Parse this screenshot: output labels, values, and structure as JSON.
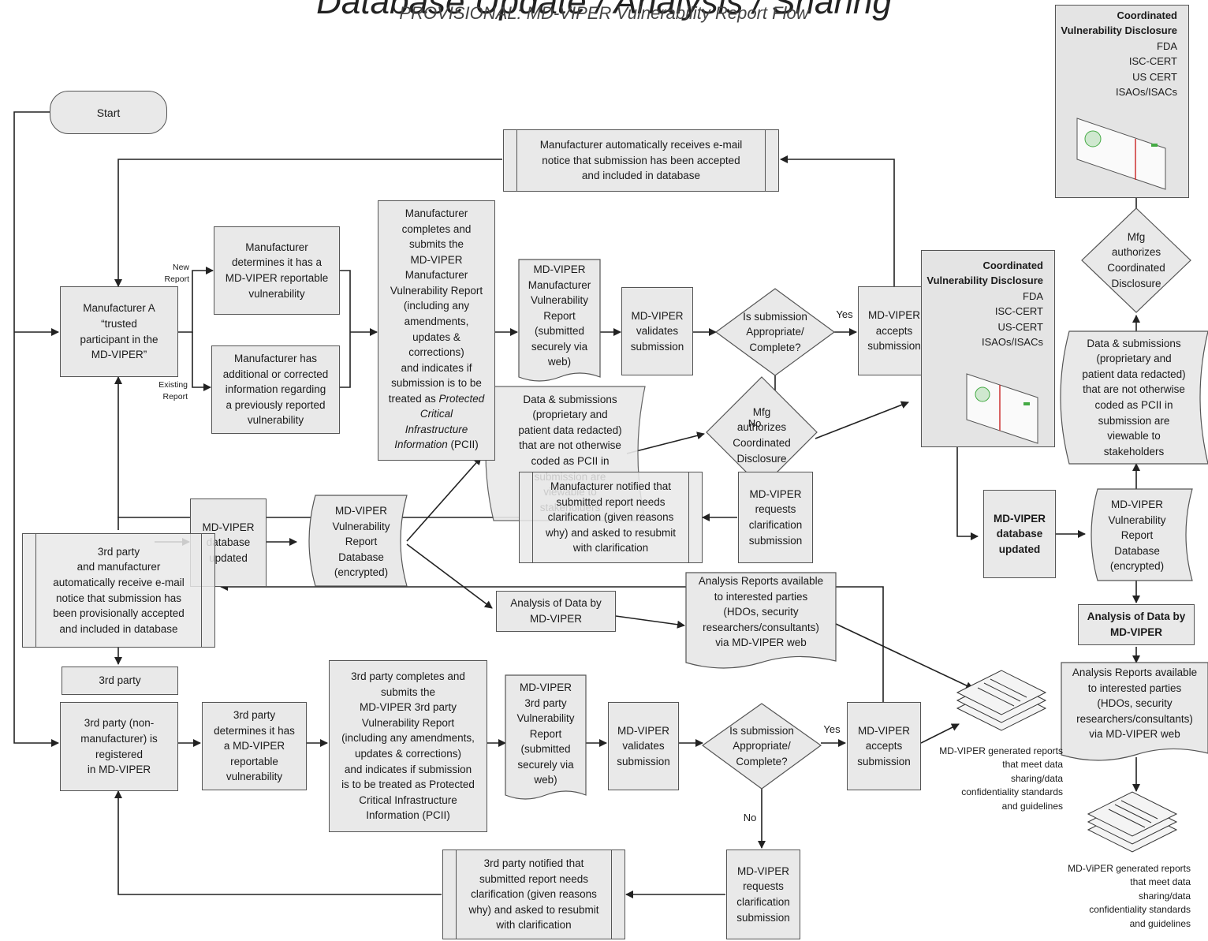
{
  "title": "Database Update / Analysis / Sharing",
  "subtitle": "PROVISIONAL: MD-VIPER Vulnerability Report Flow",
  "start_label": "Start",
  "manufacturer_a": "Manufacturer A\n“trusted\nparticipant in the\nMD-VIPER”",
  "new_report_label": "New\nReport",
  "existing_report_label": "Existing\nReport",
  "mfr_determines": "Manufacturer\ndetermines it has a\nMD-VIPER reportable\nvulnerability",
  "mfr_additional": "Manufacturer has\nadditional or corrected\ninformation regarding\na previously reported\nvulnerability",
  "mfr_completes_1": "Manufacturer\ncompletes and\nsubmits the\nMD-VIPER\nManufacturer\nVulnerability Report\n(including any\namendments,\nupdates &\ncorrections)\nand indicates if\nsubmission is to be\ntreated as ",
  "mfr_completes_italic": "Protected\nCritical\nInfrastructure\nInformation",
  "mfr_completes_2": " (PCII)",
  "mfr_report_doc": "MD-VIPER\nManufacturer\nVulnerability\nReport\n(submitted\nsecurely via\nweb)",
  "validates_1": "MD-VIPER\nvalidates\nsubmission",
  "decision_1": "Is submission\nAppropriate/\nComplete?",
  "yes_1": "Yes",
  "no_1": "No",
  "accepts_1": "MD-VIPER\naccepts\nsubmission",
  "mfr_email": "Manufacturer automatically receives e-mail\nnotice that submission has been accepted\nand included in database",
  "coord_panel_mid": {
    "title": "Coordinated\nVulnerability\nDisclosure",
    "items": [
      "FDA",
      "ISC-CERT",
      "US-CERT",
      "ISAOs/ISACs"
    ]
  },
  "coord_panel_top": {
    "title": "Coordinated\nVulnerability\nDisclosure",
    "items": [
      "FDA",
      "ISC-CERT",
      "US CERT",
      "ISAOs/ISACs"
    ]
  },
  "data_subs_mid": "Data & submissions\n(proprietary and\npatient data redacted)\nthat are not otherwise\ncoded as PCII in\nsubmission are\nviewable to\nstakeholders",
  "mfg_auth_mid": "Mfg\nauthorizes\nCoordinated\nDisclosure",
  "mfr_notified": "Manufacturer notified that\nsubmitted report needs\nclarification (given reasons\nwhy) and asked to resubmit\nwith clarification",
  "requests_1": "MD-VIPER\nrequests\nclarification\nsubmission",
  "db_updated_left": "MD-VIPER\ndatabase\nupdated",
  "vuln_db_left": "MD-VIPER\nVulnerability\nReport\nDatabase\n(encrypted)",
  "third_email": "3rd party\nand manufacturer\nautomatically receive e-mail\nnotice that submission has\nbeen provisionally accepted\nand included in database",
  "analysis_left": "Analysis of Data by\nMD-VIPER",
  "analysis_reports_left": "Analysis Reports available\nto interested parties\n(HDOs, security\nresearchers/consultants)\nvia MD-VIPER web",
  "third_party_small": "3rd party",
  "third_registered": "3rd party (non-\nmanufacturer) is\nregistered\nin MD-VIPER",
  "third_determines": "3rd party\ndetermines it has\na MD-VIPER\nreportable\nvulnerability",
  "third_completes": "3rd party completes and\nsubmits the\nMD-VIPER 3rd party\nVulnerability Report\n(including any amendments,\nupdates & corrections)\nand indicates if submission\nis to be treated as Protected\nCritical Infrastructure\nInformation (PCII)",
  "third_report_doc": "MD-VIPER\n3rd party\nVulnerability\nReport\n(submitted\nsecurely via\nweb)",
  "validates_2": "MD-VIPER\nvalidates\nsubmission",
  "decision_2": "Is submission\nAppropriate/\nComplete?",
  "yes_2": "Yes",
  "no_2": "No",
  "accepts_2": "MD-VIPER\naccepts\nsubmission",
  "generated_reports_mid": "MD-VIPER generated reports\nthat meet data\nsharing/data\nconfidentiality standards\nand guidelines",
  "third_notified": "3rd party notified that\nsubmitted report needs\nclarification (given reasons\nwhy) and asked to resubmit\nwith clarification",
  "requests_2": "MD-VIPER\nrequests\nclarification\nsubmission",
  "db_updated_right": "MD-VIPER\ndatabase\nupdated",
  "vuln_db_right": "MD-VIPER\nVulnerability\nReport\nDatabase\n(encrypted)",
  "data_subs_right": "Data & submissions\n(proprietary and\npatient data redacted)\nthat are not otherwise\ncoded as PCII in\nsubmission are\nviewable to\nstakeholders",
  "mfg_auth_right": "Mfg\nauthorizes\nCoordinated\nDisclosure",
  "analysis_right": "Analysis of Data by\nMD-VIPER",
  "analysis_reports_right": "Analysis Reports available\nto interested parties\n(HDOs, security\nresearchers/consultants)\nvia MD-VIPER web",
  "generated_reports_right": "MD-ViPER generated reports\nthat meet data\nsharing/data\nconfidentiality standards\nand guidelines"
}
